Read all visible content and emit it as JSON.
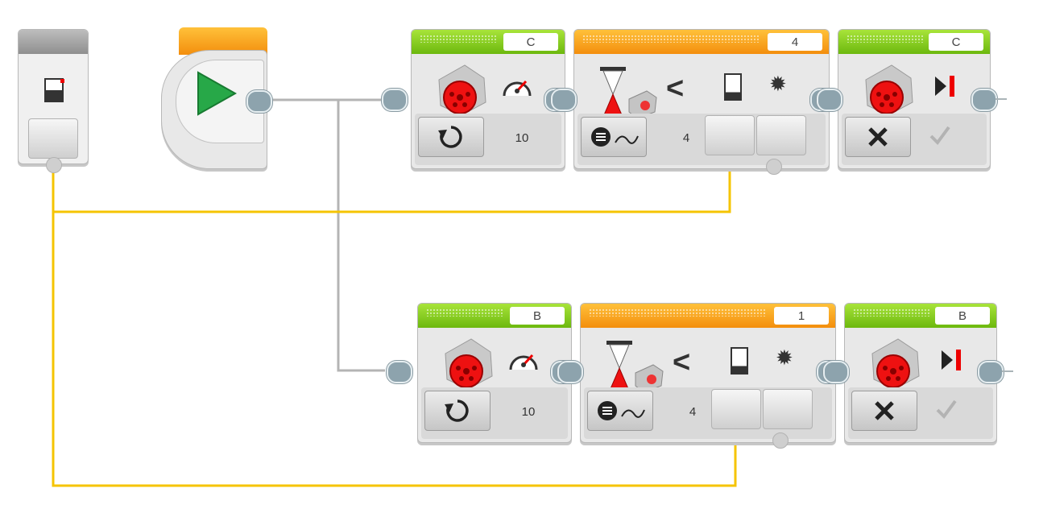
{
  "colors": {
    "motor_header": "#8bcd1f",
    "wait_header": "#f7a11b",
    "wire_sequence": "#b4b4b4",
    "wire_data": "#f5c400"
  },
  "blocks": {
    "c_motor": {
      "port": "C",
      "speed_value": "10",
      "mode_icon": "rotate-icon"
    },
    "c_wait": {
      "port": "4",
      "compare_symbol": "<",
      "threshold_value": "4",
      "mode_icon": "sensor-compare-icon"
    },
    "c_stop": {
      "port": "C",
      "brake_icon": "checkmark-icon"
    },
    "b_motor": {
      "port": "B",
      "speed_value": "10",
      "mode_icon": "rotate-icon"
    },
    "b_wait": {
      "port": "1",
      "compare_symbol": "<",
      "threshold_value": "4",
      "mode_icon": "sensor-compare-icon"
    },
    "b_stop": {
      "port": "B",
      "brake_icon": "checkmark-icon"
    }
  }
}
